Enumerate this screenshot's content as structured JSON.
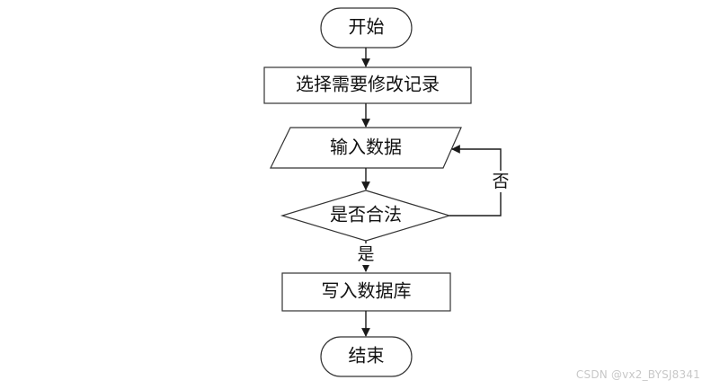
{
  "nodes": {
    "start": "开始",
    "select": "选择需要修改记录",
    "input": "输入数据",
    "decision": "是否合法",
    "write": "写入数据库",
    "end": "结束"
  },
  "labels": {
    "yes": "是",
    "no": "否"
  },
  "watermark": "CSDN @vx2_BYSJ8341"
}
